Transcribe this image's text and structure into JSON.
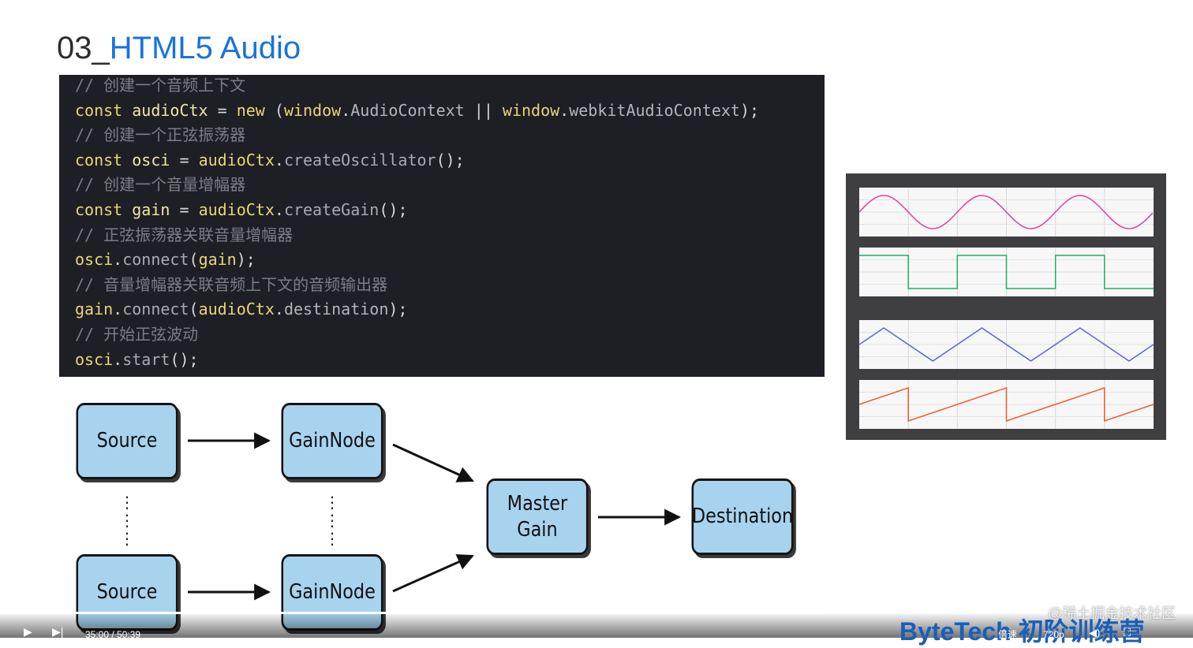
{
  "slide": {
    "number": "03_",
    "title": "HTML5 Audio"
  },
  "code": {
    "lines": [
      [
        {
          "t": "// 创建一个音频上下文",
          "c": "cm"
        }
      ],
      [
        {
          "t": "const",
          "c": "kw"
        },
        {
          "t": " "
        },
        {
          "t": "audioCtx",
          "c": "var"
        },
        {
          "t": " = "
        },
        {
          "t": "new",
          "c": "kw"
        },
        {
          "t": " ("
        },
        {
          "t": "window",
          "c": "kw"
        },
        {
          "t": "."
        },
        {
          "t": "AudioContext",
          "c": "prop"
        },
        {
          "t": " || "
        },
        {
          "t": "window",
          "c": "kw"
        },
        {
          "t": "."
        },
        {
          "t": "webkitAudioContext",
          "c": "prop"
        },
        {
          "t": ");"
        }
      ],
      [
        {
          "t": "// 创建一个正弦振荡器",
          "c": "cm"
        }
      ],
      [
        {
          "t": "const",
          "c": "kw"
        },
        {
          "t": " "
        },
        {
          "t": "osci",
          "c": "var"
        },
        {
          "t": " = "
        },
        {
          "t": "audioCtx",
          "c": "kw"
        },
        {
          "t": "."
        },
        {
          "t": "createOscillator",
          "c": "fn"
        },
        {
          "t": "();"
        }
      ],
      [
        {
          "t": "// 创建一个音量增幅器",
          "c": "cm"
        }
      ],
      [
        {
          "t": "const",
          "c": "kw"
        },
        {
          "t": " "
        },
        {
          "t": "gain",
          "c": "var"
        },
        {
          "t": " = "
        },
        {
          "t": "audioCtx",
          "c": "kw"
        },
        {
          "t": "."
        },
        {
          "t": "createGain",
          "c": "fn"
        },
        {
          "t": "();"
        }
      ],
      [
        {
          "t": "// 正弦振荡器关联音量增幅器",
          "c": "cm"
        }
      ],
      [
        {
          "t": "osci",
          "c": "kw"
        },
        {
          "t": "."
        },
        {
          "t": "connect",
          "c": "fn"
        },
        {
          "t": "("
        },
        {
          "t": "gain",
          "c": "kw"
        },
        {
          "t": ");"
        }
      ],
      [
        {
          "t": "// 音量增幅器关联音频上下文的音频输出器",
          "c": "cm"
        }
      ],
      [
        {
          "t": "gain",
          "c": "kw"
        },
        {
          "t": "."
        },
        {
          "t": "connect",
          "c": "fn"
        },
        {
          "t": "("
        },
        {
          "t": "audioCtx",
          "c": "kw"
        },
        {
          "t": "."
        },
        {
          "t": "destination",
          "c": "prop"
        },
        {
          "t": ");"
        }
      ],
      [
        {
          "t": "// 开始正弦波动",
          "c": "cm"
        }
      ],
      [
        {
          "t": "osci",
          "c": "kw"
        },
        {
          "t": "."
        },
        {
          "t": "start",
          "c": "fn"
        },
        {
          "t": "();"
        }
      ]
    ]
  },
  "diagram": {
    "source_top": "Source",
    "source_bottom": "Source",
    "gain_top": "GainNode",
    "gain_bottom": "GainNode",
    "master_gain": "Master\nGain",
    "destination": "Destination",
    "ellipsis": "⋮"
  },
  "waveforms": [
    {
      "type": "sine",
      "color": "#e0409a",
      "cycles": 3
    },
    {
      "type": "square",
      "color": "#1fae6a",
      "cycles": 3
    },
    {
      "type": "triangle",
      "color": "#5b63d0",
      "cycles": 3
    },
    {
      "type": "sawtooth",
      "color": "#f05a28",
      "cycles": 3
    }
  ],
  "watermark": "@稀土掘金技术社区",
  "brand": {
    "name": "ByteTech",
    "subtitle": "初阶训练营"
  },
  "player": {
    "current_time": "35:00",
    "duration": "50:39",
    "speed_label": "倍速",
    "quality_label": "720p",
    "progress": 0.691
  }
}
